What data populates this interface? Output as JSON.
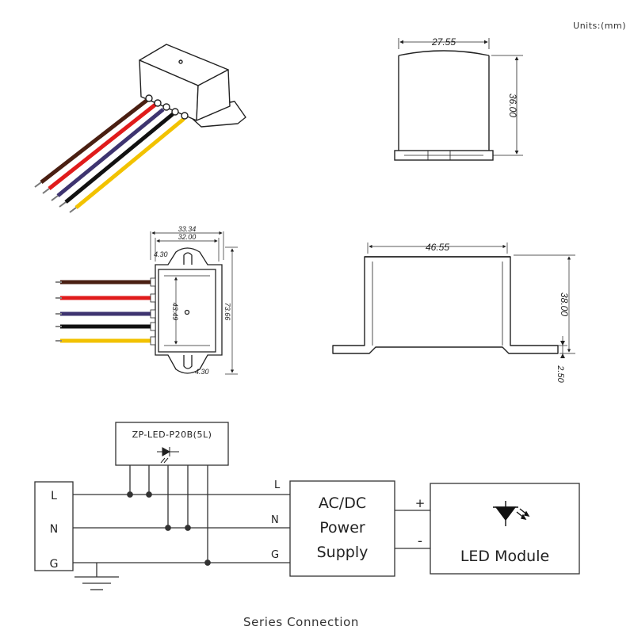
{
  "units_label": "Units:(mm)",
  "front_view": {
    "width": "27.55",
    "height": "36.00"
  },
  "top_view": {
    "outer_width": "33.34",
    "inner_width": "32.00",
    "tab": "4.30",
    "body_length": "43.49",
    "total_length": "73.66",
    "tab_bottom": "4.30"
  },
  "side_view": {
    "width": "46.55",
    "height": "38.00",
    "flange": "2.50"
  },
  "wire_colors": [
    "#4a1f12",
    "#e01b1b",
    "#3e3470",
    "#111111",
    "#f2c200"
  ],
  "circuit": {
    "device_label": "ZP-LED-P20B(5L)",
    "terminals": [
      "L",
      "N",
      "G"
    ],
    "line_labels": [
      "L",
      "N",
      "G"
    ],
    "power_supply": [
      "AC/DC",
      "Power",
      "Supply"
    ],
    "plus": "+",
    "minus": "-",
    "led_module": "LED Module"
  },
  "caption": "Series Connection"
}
